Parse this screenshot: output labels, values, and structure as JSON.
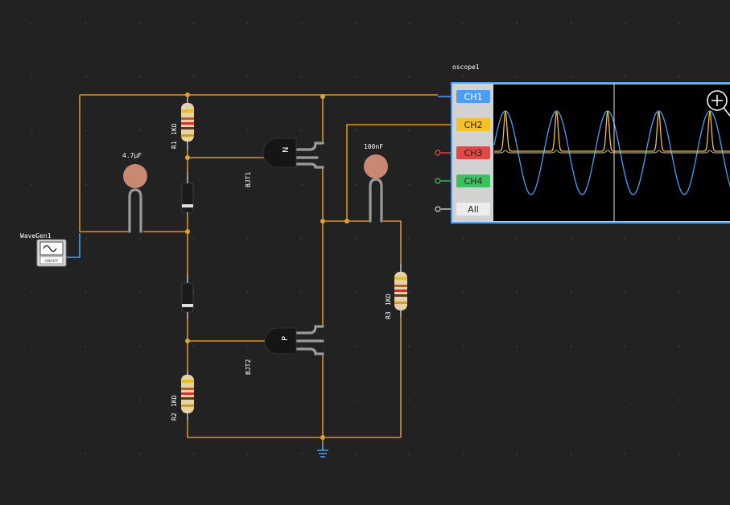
{
  "components": {
    "wavegen": {
      "label": "WaveGen1",
      "switch_text": "ON/OFF"
    },
    "r1": {
      "name": "R1",
      "value": "1KΩ"
    },
    "r2": {
      "name": "R2",
      "value": "1KΩ"
    },
    "r3": {
      "name": "R3",
      "value": "1KΩ"
    },
    "c1": {
      "value": "4.7μF"
    },
    "c2": {
      "value": "100nF"
    },
    "bjt1": {
      "name": "BJT1",
      "type": "N"
    },
    "bjt2": {
      "name": "BJT2",
      "type": "P"
    }
  },
  "oscope": {
    "label": "oscope1",
    "channels": [
      {
        "label": "CH1",
        "color": "#4a9ff5"
      },
      {
        "label": "CH2",
        "color": "#f5c028"
      },
      {
        "label": "CH3",
        "color": "#e04848"
      },
      {
        "label": "CH4",
        "color": "#3cc060"
      },
      {
        "label": "All",
        "color": "#e8e8e8"
      }
    ]
  },
  "colors": {
    "wire": "#d8922c",
    "background": "#222222",
    "ground": "#4a9ff5"
  },
  "icons": [
    "sine-wave-icon",
    "ground-icon",
    "zoom-icon"
  ]
}
